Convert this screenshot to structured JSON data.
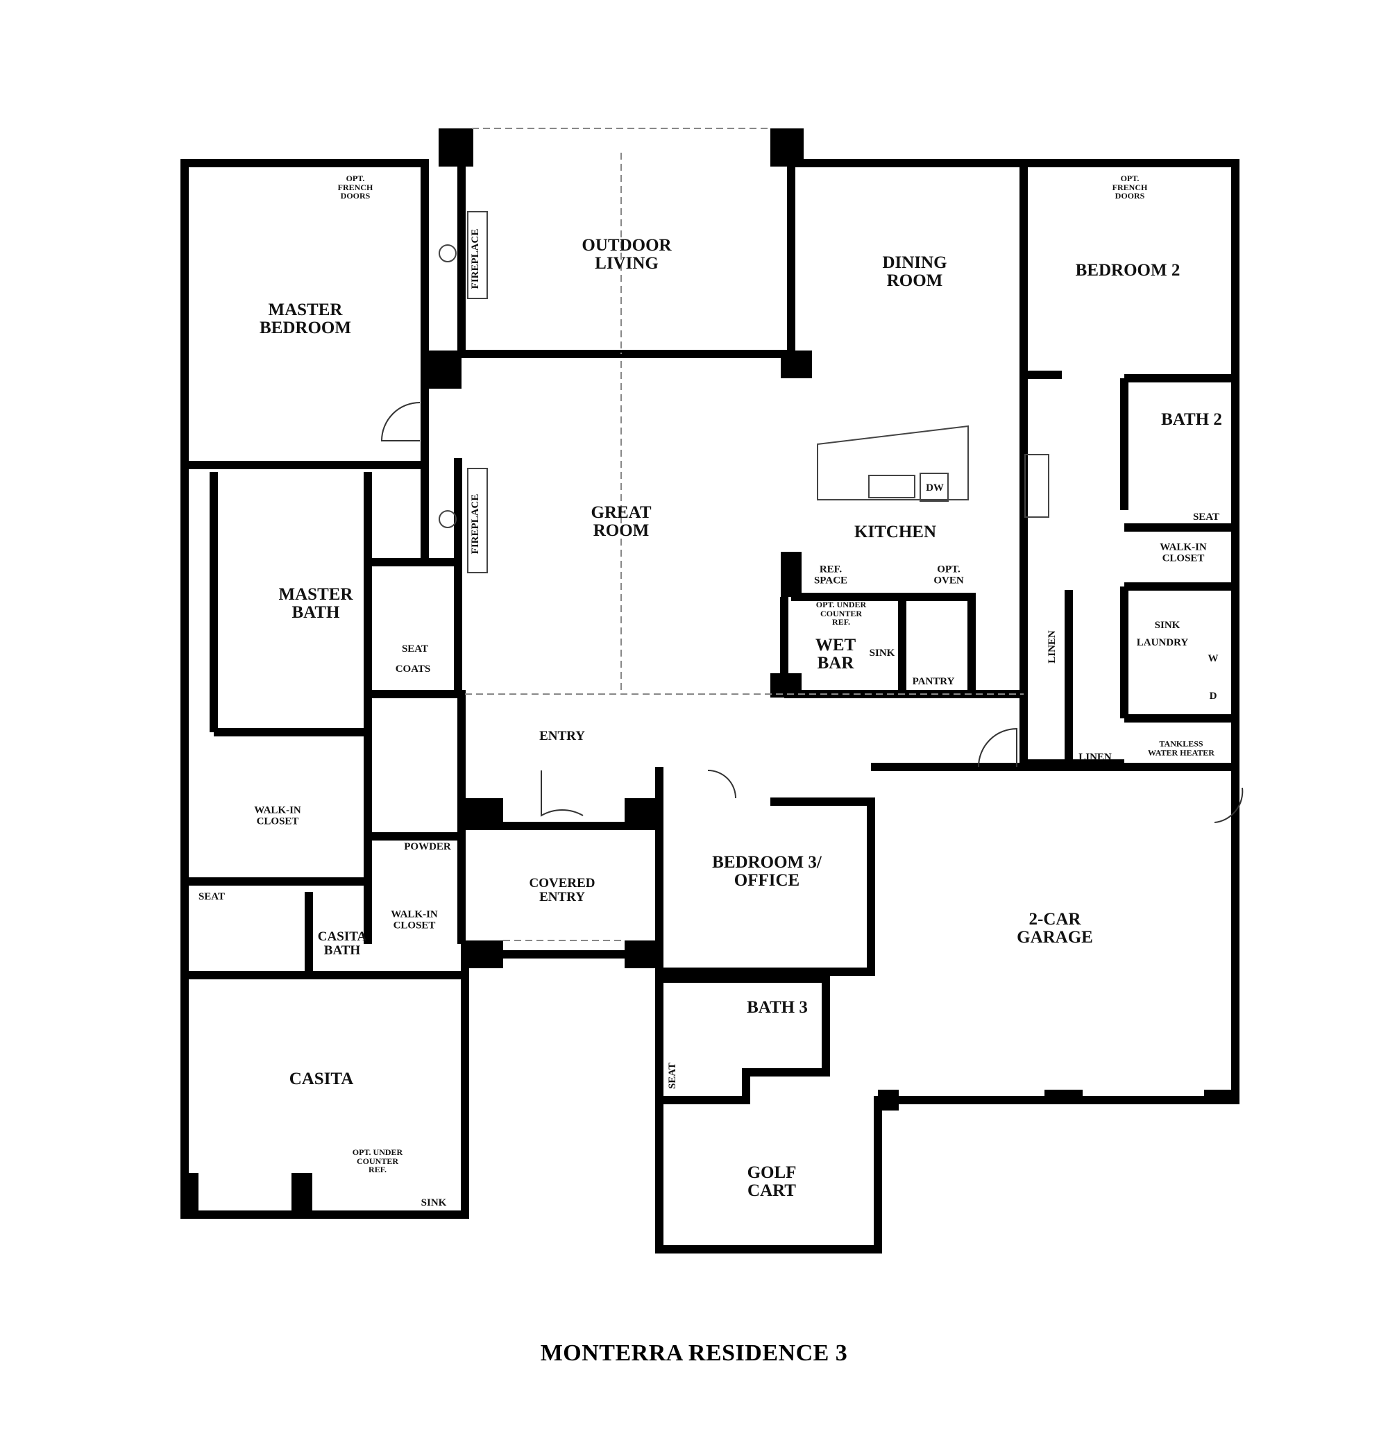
{
  "title": "MONTERRA RESIDENCE 3",
  "rooms": {
    "master_bedroom": "MASTER\nBEDROOM",
    "opt_french_doors_left": "OPT.\nFRENCH\nDOORS",
    "outdoor_living": "OUTDOOR\nLIVING",
    "fireplace_outdoor": "FIREPLACE",
    "fireplace_great": "FIREPLACE",
    "dining_room": "DINING\nROOM",
    "bedroom2": "BEDROOM 2",
    "opt_french_doors_right": "OPT.\nFRENCH\nDOORS",
    "great_room": "GREAT\nROOM",
    "kitchen": "KITCHEN",
    "dw": "DW",
    "ref_space": "REF.\nSPACE",
    "opt_oven": "OPT.\nOVEN",
    "bath2": "BATH 2",
    "seat_bath2": "SEAT",
    "walkin_closet_bed2": "WALK-IN\nCLOSET",
    "master_bath": "MASTER\nBATH",
    "seat_master": "SEAT",
    "coats": "COATS",
    "opt_under_counter_ref_wetbar": "OPT. UNDER\nCOUNTER\nREF.",
    "wet_bar": "WET\nBAR",
    "sink_wetbar": "SINK",
    "pantry": "PANTRY",
    "linen_vertical": "LINEN",
    "sink_laundry": "SINK",
    "laundry": "LAUNDRY",
    "washer": "W",
    "dryer": "D",
    "entry": "ENTRY",
    "linen_lower": "LINEN",
    "tankless_water_heater": "TANKLESS\nWATER HEATER",
    "walkin_closet_master": "WALK-IN\nCLOSET",
    "powder": "POWDER",
    "covered_entry": "COVERED\nENTRY",
    "bedroom3_office": "BEDROOM 3/\nOFFICE",
    "two_car_garage": "2-CAR\nGARAGE",
    "seat_casita": "SEAT",
    "casita_bath": "CASITA\nBATH",
    "walkin_closet_casita": "WALK-IN\nCLOSET",
    "bath3": "BATH 3",
    "seat_bath3": "SEAT",
    "casita": "CASITA",
    "opt_under_counter_ref_casita": "OPT. UNDER\nCOUNTER\nREF.",
    "sink_casita": "SINK",
    "golf_cart": "GOLF\nCART"
  }
}
